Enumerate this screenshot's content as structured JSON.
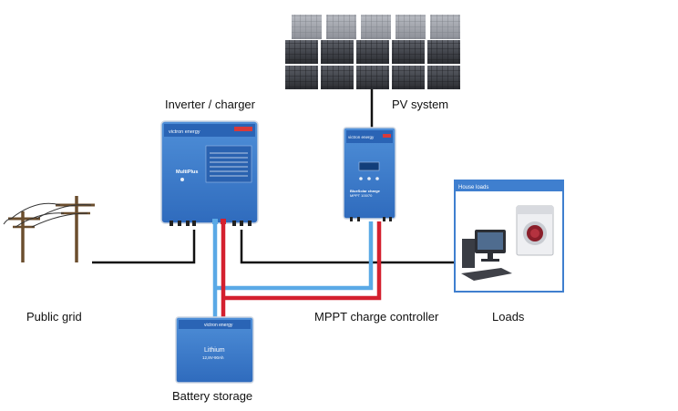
{
  "labels": {
    "inverter": "Inverter / charger",
    "pv": "PV system",
    "public_grid": "Public grid",
    "mppt": "MPPT charge controller",
    "loads": "Loads",
    "battery": "Battery storage"
  },
  "device_text": {
    "inverter_brand": "victron energy",
    "inverter_model": "MultiPlus",
    "mppt_brand": "victron energy",
    "mppt_model": "BlueSolar charge",
    "mppt_model2": "MPPT 100/70",
    "battery_brand": "victron energy",
    "battery_type": "Lithium",
    "battery_spec": "12,8V-90Ah",
    "house_loads_title": "House loads"
  },
  "colors": {
    "ac_line": "#111111",
    "dc_positive": "#d4202f",
    "dc_negative": "#5aa9e6",
    "device_blue": "#3a78c8"
  }
}
